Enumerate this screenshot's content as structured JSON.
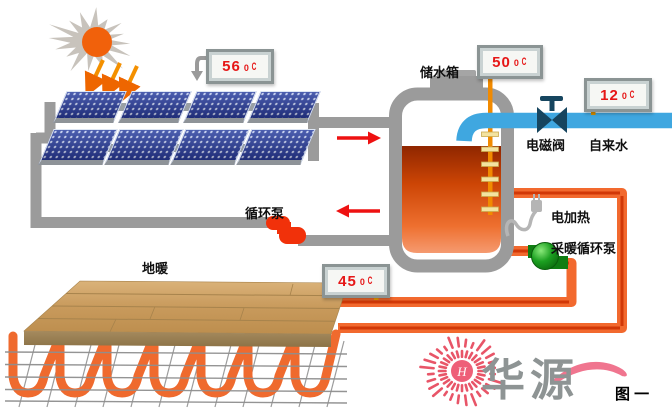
{
  "labels": {
    "storage_tank": "储水箱",
    "solenoid_valve": "电磁阀",
    "tap_water": "自来水",
    "electric_heater": "电加热",
    "heating_circulation_pump": "采暖循环泵",
    "circulation_pump": "循环泵",
    "floor_heating": "地暖"
  },
  "thermometers": {
    "collector_outlet": {
      "value": "56",
      "degree": "0",
      "unit": "C"
    },
    "tank_water": {
      "value": "50",
      "degree": "0",
      "unit": "C"
    },
    "tap_water_inlet": {
      "value": "12",
      "degree": "0",
      "unit": "C"
    },
    "floor_supply": {
      "value": "45",
      "degree": "0",
      "unit": "C"
    }
  },
  "logo": {
    "brand": "华源",
    "brand_initial": "H",
    "figure_caption": "图 一"
  },
  "colors": {
    "pipe_gray": "#9b9b9b",
    "pipe_orange": "#f2692e",
    "pipe_orange_core": "#d13807",
    "cold_water_blue": "#3fa7e0",
    "tank_water_gradient_top": "#8f2600",
    "tank_water_gradient_bottom": "#f59a70",
    "panel_blue": "#2c3e96",
    "pump_red": "#f1310a",
    "pump_green": "#18a018",
    "display_text_red": "#e61717",
    "logo_pink": "#e85568",
    "sun_orange": "#f1610b"
  }
}
